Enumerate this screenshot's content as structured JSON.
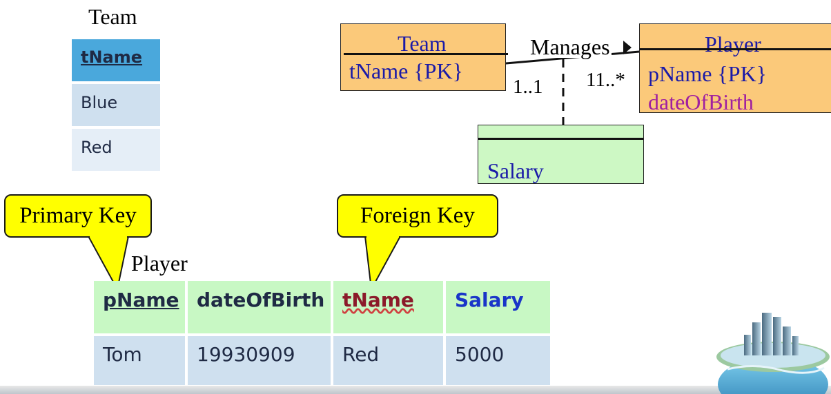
{
  "team_table": {
    "title": "Team",
    "header": "tName",
    "rows": [
      "Blue",
      "Red"
    ]
  },
  "uml": {
    "team_class": {
      "name": "Team",
      "attributes": [
        "tName {PK}"
      ]
    },
    "player_class": {
      "name": "Player",
      "attributes": [
        "pName {PK}",
        "dateOfBirth"
      ]
    },
    "association": {
      "name": "Manages",
      "direction_icon": "triangle-right-icon",
      "team_multiplicity": "1..1",
      "player_multiplicity": "11..*"
    },
    "association_class": {
      "attributes": [
        "Salary"
      ]
    }
  },
  "callouts": {
    "primary_key": "Primary Key",
    "foreign_key": "Foreign Key"
  },
  "player_table": {
    "title": "Player",
    "headers": [
      "pName",
      "dateOfBirth",
      "tName",
      "Salary"
    ],
    "rows": [
      [
        "Tom",
        "19930909",
        "Red",
        "5000"
      ]
    ]
  },
  "logo": {
    "icon": "city-globe-logo"
  },
  "colors": {
    "uml_class_fill": "#fbc97a",
    "assoc_class_fill": "#cdf8c4",
    "callout_fill": "#ffff00",
    "team_header": "#4aa8dc",
    "uml_text_blue": "#1a1aa8",
    "uml_text_purple": "#a020a0",
    "fk_header": "#8b1a2a",
    "salary_header": "#1a35c8"
  }
}
